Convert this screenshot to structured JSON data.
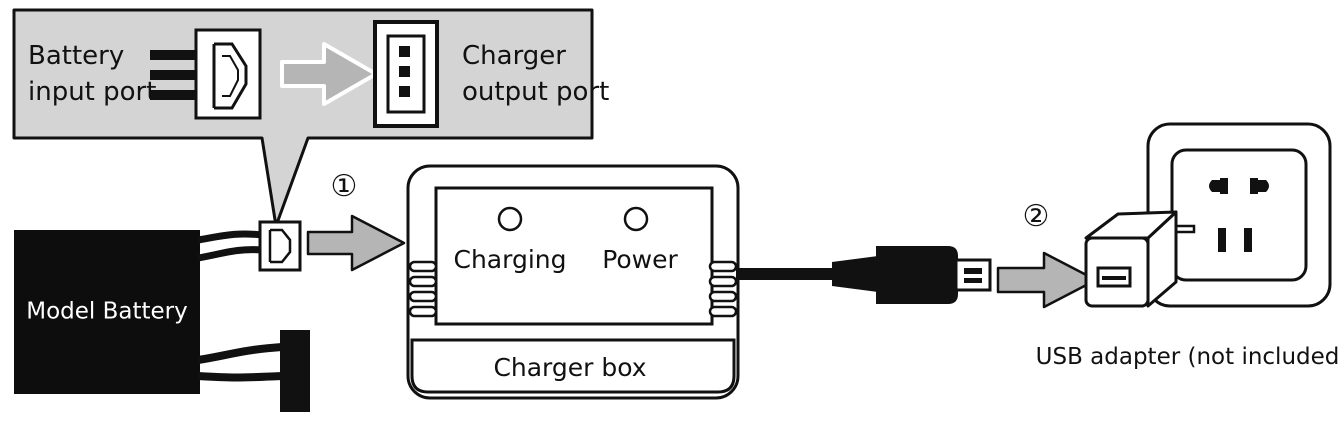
{
  "callout": {
    "battery_port_line1": "Battery",
    "battery_port_line2": "input port",
    "charger_port_line1": "Charger",
    "charger_port_line2": "output port"
  },
  "battery": {
    "label": "Model Battery"
  },
  "steps": {
    "step1": "①",
    "step2": "②"
  },
  "charger": {
    "charging_label": "Charging",
    "power_label": "Power",
    "box_label": "Charger box"
  },
  "adapter": {
    "label": "USB adapter (not included)"
  },
  "colors": {
    "ink": "#111111",
    "callout_fill": "#d4d4d4",
    "arrow_fill": "#b5b5b5",
    "battery_fill": "#0d0d0d",
    "paper": "#ffffff"
  },
  "icons": {
    "led": "circle",
    "connector": "jst-plug",
    "socket": "wall-outlet"
  }
}
